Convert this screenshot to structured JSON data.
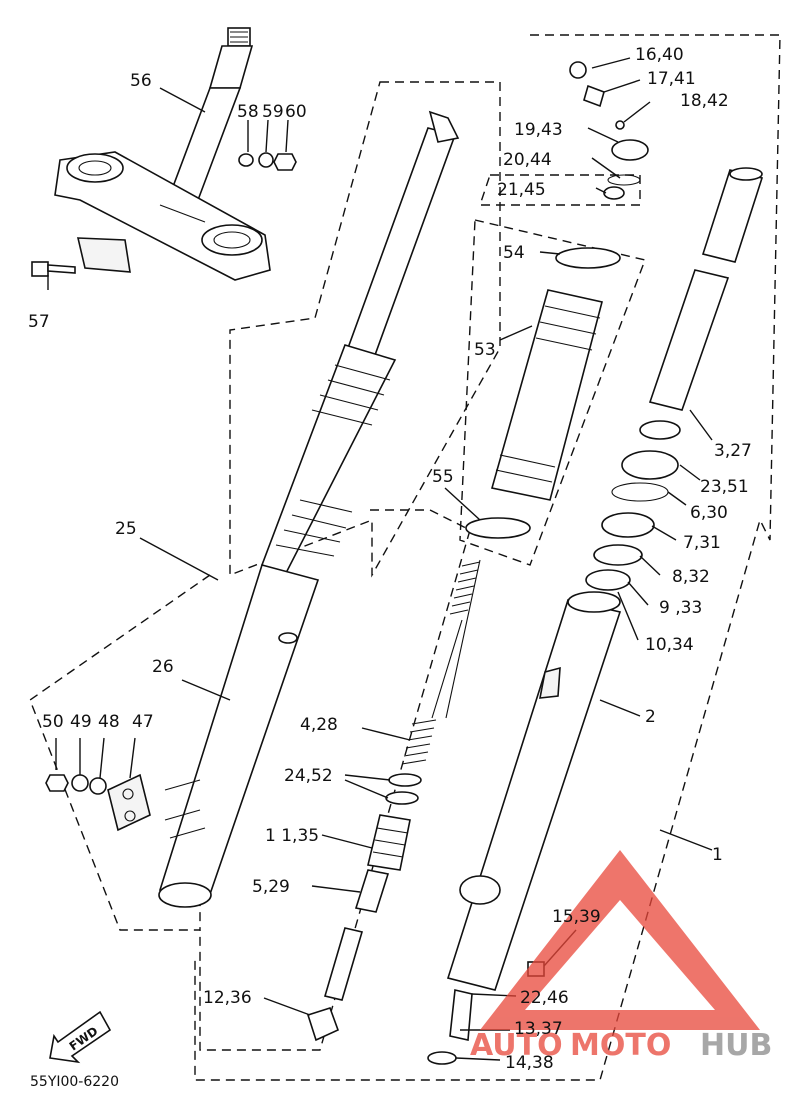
{
  "labels": {
    "l1": "1",
    "l2": "2",
    "l3": "3,27",
    "l4": "4,28",
    "l5": "5,29",
    "l6": "6,30",
    "l7": "7,31",
    "l8": "8,32",
    "l9": "9 ,33",
    "l10": "10,34",
    "l11": "1 1,35",
    "l12": "12,36",
    "l13": "13,37",
    "l14": "14,38",
    "l15": "15,39",
    "l16": "16,40",
    "l17": "17,41",
    "l18": "18,42",
    "l19": "19,43",
    "l20": "20,44",
    "l21": "21,45",
    "l22": "22,46",
    "l23": "23,51",
    "l24": "24,52",
    "l25": "25",
    "l26": "26",
    "l47": "47",
    "l48": "48",
    "l49": "49",
    "l50": "50",
    "l53": "53",
    "l54": "54",
    "l55": "55",
    "l56": "56",
    "l57": "57",
    "l58": "58",
    "l59": "59",
    "l60": "60"
  },
  "fwd_label": "FWD",
  "diagram_code": "55YI00-6220",
  "watermark": {
    "auto": "AUTO",
    "moto": "MOTO",
    "hub": "HUB",
    "color_red": "#e8473a",
    "color_grey": "#8a8a8a"
  }
}
